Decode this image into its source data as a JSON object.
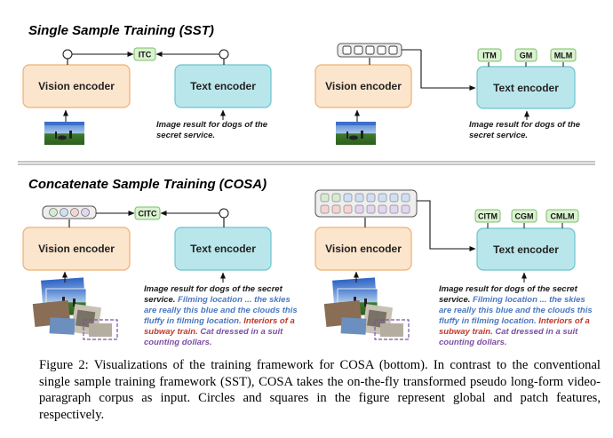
{
  "sst": {
    "title": "Single Sample Training (SST)",
    "vision_encoder": "Vision encoder",
    "text_encoder": "Text encoder",
    "loss_left": "ITC",
    "losses_right": [
      "ITM",
      "GM",
      "MLM"
    ],
    "caption_line1": "Image result for dogs of the",
    "caption_line2": "secret service."
  },
  "cosa": {
    "title": "Concatenate Sample Training (COSA)",
    "vision_encoder": "Vision encoder",
    "text_encoder": "Text encoder",
    "loss_left": "CITC",
    "losses_right": [
      "CITM",
      "CGM",
      "CMLM"
    ],
    "caption": [
      [
        {
          "t": "Image result for dogs of the secret",
          "c": "black"
        }
      ],
      [
        {
          "t": "service. ",
          "c": "black"
        },
        {
          "t": "Filming location ... the skies",
          "c": "blue"
        }
      ],
      [
        {
          "t": "are really this blue and the clouds this",
          "c": "blue"
        }
      ],
      [
        {
          "t": "fluffy in filming location. ",
          "c": "blue"
        },
        {
          "t": "Interiors of a",
          "c": "red"
        }
      ],
      [
        {
          "t": "subway train. ",
          "c": "red"
        },
        {
          "t": "Cat dressed in a suit",
          "c": "purple"
        }
      ],
      [
        {
          "t": "counting dollars.",
          "c": "purple"
        }
      ]
    ]
  },
  "colors": {
    "vision_fill": "#fce5cd",
    "vision_stroke": "#f0b070",
    "text_fill": "#b9e6ea",
    "text_stroke": "#6cc4cf",
    "tag_fill": "#d9f2d0",
    "tag_stroke": "#7dbf6a",
    "blue_text": "#4a78c0",
    "red_text": "#c0392b",
    "purple_text": "#7d4fa3"
  },
  "figure_caption": "Figure 2: Visualizations of the training framework for COSA (bottom). In contrast to the conventional single sample training framework (SST), COSA takes the on-the-fly transformed pseudo long-form video-paragraph corpus as input. Circles and squares in the figure represent global and patch features, respectively."
}
